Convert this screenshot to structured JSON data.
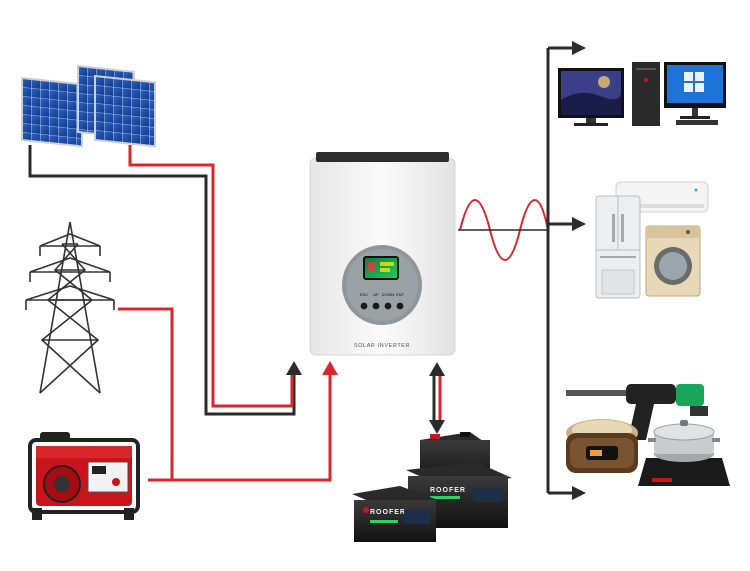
{
  "inverter": {
    "label": "SOLAR INVERTER",
    "buttons": [
      "ESC",
      "UP",
      "DOWN",
      "ENT"
    ]
  },
  "battery": {
    "brand": "ROOFER"
  },
  "colors": {
    "line_red": "#d9262b",
    "line_black": "#2b2b2b",
    "panel_blue": "#1f4fa8",
    "inverter_body": "#f4f4f4",
    "screen_green": "#2fd06a"
  },
  "icons": [
    "solar-panel-icon",
    "power-tower-icon",
    "generator-icon",
    "inverter-icon",
    "battery-icon",
    "tv-icon",
    "computer-icon",
    "air-conditioner-icon",
    "fridge-icon",
    "washing-machine-icon",
    "drill-icon",
    "rice-cooker-icon",
    "induction-cooker-icon"
  ]
}
